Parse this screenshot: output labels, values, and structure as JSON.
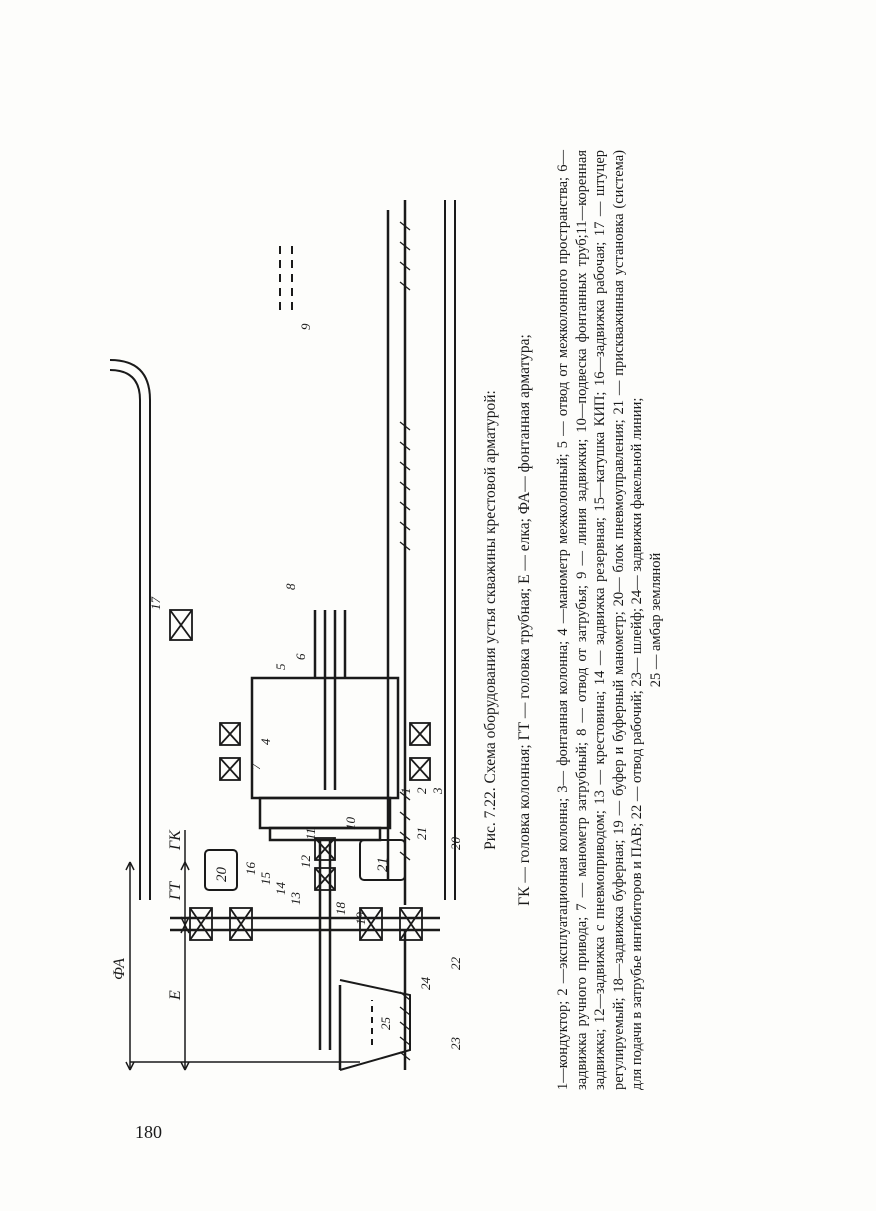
{
  "page_number": "180",
  "figure": {
    "title": "Рис. 7.22.  Схема оборудования устья скважины крестовой арматурой:",
    "abbreviations": "ГК — головка колонная; ГТ — головка трубная; Е — елка; ФА— фонтанная арматура;",
    "legend_text": "1—кондуктор; 2 —эксплуатационная колонна; 3— фонтанная колонна; 4 —манометр межколонный; 5 — отвод от межколонного пространства; 6—задвижка ручного привода; 7 — манометр затрубный; 8 — отвод от затрубья; 9 — линия задвижки; 10—подвеска фонтанных труб;11—коренная задвижка; 12—задвижка с пневмоприводом; 13 — крестовина; 14 — задвижка резервная; 15—катушка КИП; 16—задвижка рабочая; 17 — штуцер регулируемый; 18—задвижка буферная; 19 — буфер и буферный манометр; 20— блок пневмоуправления; 21 — прискважинная установка (система) для подачи в затрубье ингибиторов и ПАВ; 22 — отвод рабочий; 23— шлейф; 24— задвижки факельной линии;",
    "legend_last": "25 — амбар земляной"
  },
  "diagram": {
    "dims": {
      "fa": "ФА",
      "e": "Е",
      "gt": "ГТ",
      "gk": "ГК"
    },
    "numbers": [
      "1",
      "2",
      "3",
      "4",
      "5",
      "6",
      "7",
      "8",
      "9",
      "10",
      "11",
      "12",
      "13",
      "14",
      "15",
      "16",
      "17",
      "18",
      "19",
      "20",
      "21",
      "22",
      "23",
      "24",
      "25"
    ],
    "block_20": "20",
    "block_21": "21"
  }
}
